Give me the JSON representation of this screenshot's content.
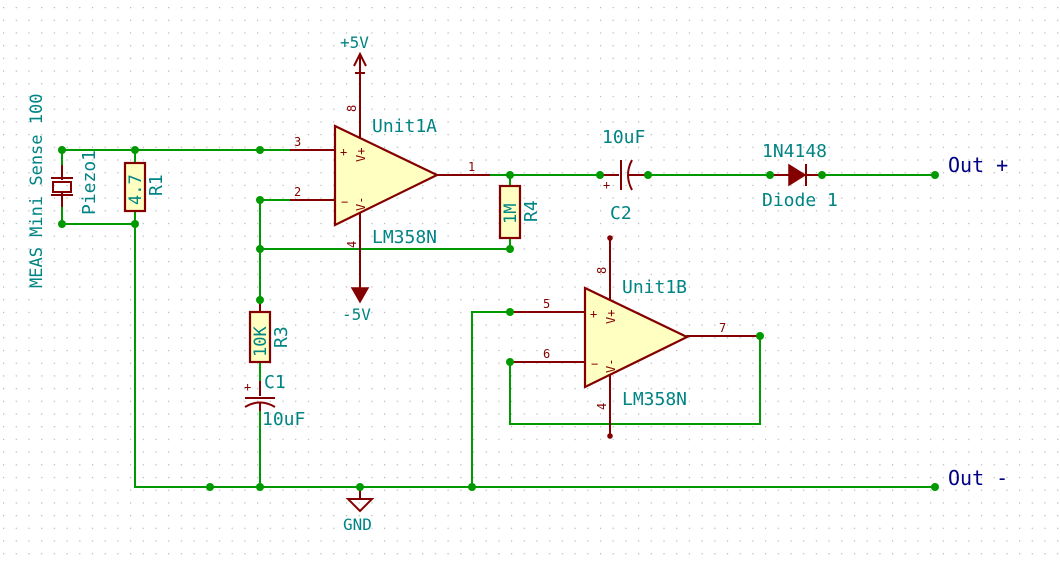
{
  "colors": {
    "wire": "#009900",
    "component": "#840000",
    "component_fill": "#ffffc2",
    "reference_text": "#008484",
    "net_label": "#000084",
    "grid_dot": "#b4b4b4",
    "background": "#ffffff"
  },
  "labels": {
    "sensor_name": "MEAS Mini Sense 100",
    "piezo_ref": "Piezo1",
    "r1_value": "4.7",
    "r1_ref": "R1",
    "r3_value": "10K",
    "r3_ref": "R3",
    "r4_value": "1M",
    "r4_ref": "R4",
    "c1_ref": "C1",
    "c1_value": "10uF",
    "c2_value": "10uF",
    "c2_ref": "C2",
    "diode_value": "1N4148",
    "diode_ref": "Diode 1",
    "opamp_a_ref": "Unit1A",
    "opamp_a_value": "LM358N",
    "opamp_b_ref": "Unit1B",
    "opamp_b_value": "LM358N",
    "vplus": "+5V",
    "vminus": "-5V",
    "gnd": "GND",
    "out_plus": "Out +",
    "out_minus": "Out -",
    "pin_names": {
      "in_plus": "+",
      "in_minus": "−",
      "v_plus": "V+",
      "v_minus": "V-"
    },
    "pin_numbers": {
      "a_in_plus": "3",
      "a_in_minus": "2",
      "a_out": "1",
      "a_vplus": "8",
      "a_vminus": "4",
      "b_in_plus": "5",
      "b_in_minus": "6",
      "b_out": "7",
      "b_vplus": "8",
      "b_vminus": "4"
    },
    "cap_polarity": "+"
  }
}
